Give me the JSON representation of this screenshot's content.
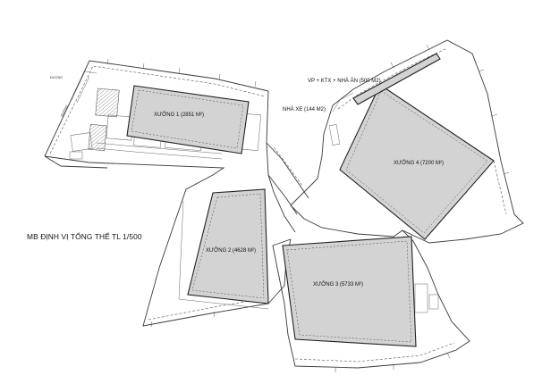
{
  "plan": {
    "title": "MB ĐỊNH VỊ TỔNG THỂ TL 1/500",
    "buildings": {
      "xuong1": "XƯỞNG 1 (2851 M²)",
      "xuong2": "XƯỞNG 2 (4628 M²)",
      "xuong3": "XƯỞNG 3 (5733 M²)",
      "xuong4": "XƯỞNG 4 (7200 M²)"
    },
    "labels": {
      "office": "VP + KTX + NHÀ ĂN (500 M2)",
      "garage": "NHÀ XE (144 M2)"
    }
  }
}
